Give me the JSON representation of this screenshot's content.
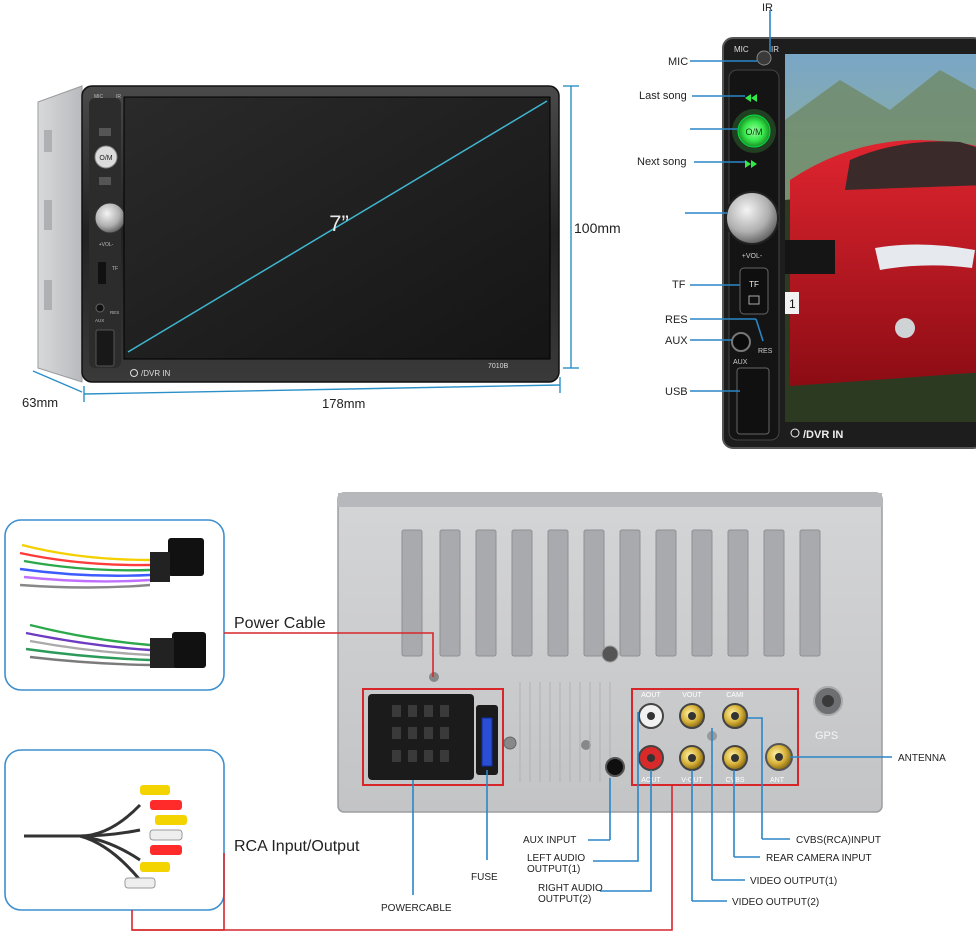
{
  "front_view": {
    "screen_size": "7”",
    "height_dim": "100mm",
    "depth_dim": "63mm",
    "width_dim": "178mm",
    "model_label": "7010B",
    "dvr_label": "/DVR IN",
    "tiny_mic": "MIC",
    "tiny_ir": "IR",
    "tiny_om": "O/M",
    "tiny_vol": "+VOL-",
    "tiny_tf": "TF",
    "tiny_aux": "AUX",
    "tiny_res": "RES"
  },
  "closeup_view": {
    "labels": {
      "ir": "IR",
      "mic": "MIC",
      "last_song": "Last song",
      "next_song": "Next song",
      "tf": "TF",
      "res": "RES",
      "aux": "AUX",
      "usb": "USB"
    },
    "panel_mic": "MIC",
    "panel_ir": "IR",
    "power_mode": "O/M",
    "vol_label": "+VOL-",
    "tf_slot": "TF",
    "aux_jack": "AUX",
    "res_hole": "RES",
    "dvr_label": "/DVR IN",
    "plate_text": "1"
  },
  "rear_view": {
    "power_cable": "Power Cable",
    "rca_io": "RCA Input/Output",
    "gps": "GPS",
    "ant": "ANT",
    "labels": {
      "antenna": "ANTENNA",
      "aux_input": "AUX INPUT",
      "left_audio_1": "LEFT AUDIO",
      "left_audio_2": "OUTPUT(1)",
      "right_audio_1": "RIGHT AUDIO",
      "right_audio_2": "OUTPUT(2)",
      "cvbs_input": "CVBS(RCA)INPUT",
      "rear_camera": "REAR CAMERA INPUT",
      "video_out_1": "VIDEO OUTPUT(1)",
      "video_out_2": "VIDEO OUTPUT(2)",
      "fuse": "FUSE",
      "powercable": "POWERCABLE"
    },
    "rca_top": [
      "AOUT",
      "VOUT",
      "CAMI"
    ],
    "rca_bottom": [
      "AOUT",
      "V-OUT",
      "CVBS"
    ]
  },
  "colors": {
    "dimension_line": "#2b90c8",
    "callout_line": "#2a86c6",
    "highlight_box": "#d7262a",
    "glow_green": "#35e84a",
    "chassis": "#c9cacc"
  }
}
